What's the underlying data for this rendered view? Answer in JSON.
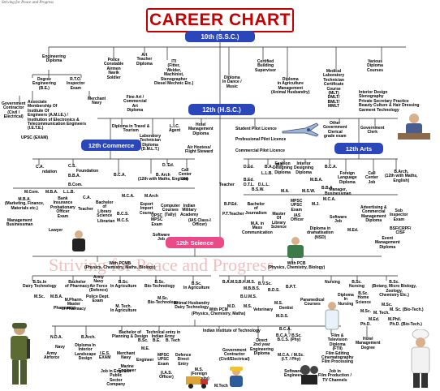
{
  "header": {
    "tagline": "Striving for Peace and Progress",
    "title": "CAREER CHART"
  },
  "hubs": {
    "ssc": "10th (S.S.C.)",
    "hsc": "12th (H.S.C.)",
    "commerce": "12th Commerce",
    "arts": "12th Arts",
    "science": "12th Science",
    "pcmb": "With PCMB\n(Physics, Chemistry, Maths, Biology)",
    "pcb": "With PCB\n(Physics, Chemistry, Biology)",
    "pcm": "With PCM\n(Physics, Chemistry, Maths)"
  },
  "ssc_branch": {
    "engineering_diploma": "Engineering\nDiploma",
    "degree_engineering": "Degree\nEngineering\n(B.E.)",
    "rto_inspector": "R.T.O.\nInspector\nExam",
    "govt_contractor": "Government\nContractor\n(Civil /\nElectrical)",
    "associate_membership": "Associate\nMembership Of\nInstitute Of\nEngineers (A.M.I.E.) /\nInstitution of Electronics &\nTelecommunication Engineers\n(I.E.T.E.)",
    "merchant_navy": "Merchant\nNavy",
    "police": "Police\nConstable\nAirmen\nNavik\nSoldier",
    "art_teacher": "Art\nTeacher\nDiploma",
    "iti": "ITI\n(Fitter,\nWelder,\nMachinist,\nStenographer\nDiesel Mechnic Etc.)",
    "fine_art": "Fine Art /\nCommercial\nArt\nDiploma",
    "certified_building": "Certified\nBuilding\nSupervisor",
    "diploma_dance": "Diploma\nIn Dance /\nMusic",
    "diploma_agri": "Diploma\nin Agriculture\nManagement\n(Animal Husbandry)",
    "medical_lab": "Medical\nLaboratory\nTechnician\nCertificate\nCourse\n(MLT)\nDMLT/\nBMLT/\nMMLT",
    "various_diploma": "Various\nDiploma\nCourses",
    "interior_design": "Interior Design\nStenography\nPrivate Secretary Practice\nBeauty Culture & Hair Dressing\nGarment Technology"
  },
  "hsc_branch": {
    "upsc_exam": "UPSC (EXAM)",
    "diploma_travel": "Diploma in Travel &\nTourism",
    "lab_technician": "Laboratory\nTechnician\nDiploma\n(D.M.L.T.)",
    "lic_agent": "L.I.C.\nAgent",
    "hotel_mgmt_diploma": "Hotel\nManagement\nDiploma",
    "air_hostess": "Air Hostess/\nFlight Steward",
    "student_pilot": "Student Pilot Licence",
    "professional_pilot": "Professional Pilot Licence",
    "commercial_pilot": "Commercial Pilot Licence",
    "other_govt_exams": "Other\nGovernment\nClerical\ngrade exam",
    "govt_clerk": "Government\nClerk"
  },
  "commerce_branch": {
    "ca": "C.A.",
    "cs": "C.S.",
    "foundation": "Foundation",
    "intermediate": "ndation",
    "bba": "B.B.A.",
    "bcom": "B.Com.",
    "bca": "B.C.A.",
    "barch": "B. Arch\n(12th with Maths, English)",
    "dEd": "D. Ed.",
    "call_center": "Call\nCenter\nJob",
    "mcom": "M.Com.",
    "mba": "M.B.A.",
    "mca": "M.C.A.",
    "march": "M.Arch",
    "llb": "L.L.B.",
    "bank": "Bank\nInsurance\nProbationary\nOfficer\nExam",
    "mba_fields": "M.B.A.\n(Marketing, Finance,\nMaterials etc.)",
    "management_business": "Management\nBusinessman",
    "lawyer": "Lawyer",
    "ca_job": "C.A.",
    "bcs": "B.C.S.",
    "mcs": "M.C.S.",
    "teacher": "Teacher",
    "librarian": "Librarian",
    "blib": "Bachelor\nof\nLibrary\nScience",
    "export_import": "Export\nImport\nCourse",
    "computer_courses": "Computer\nCourses\n(Tally)",
    "indian_military": "Indian\nMilitary\nAcademy",
    "ias": "(IAS Class-I\nOfficer)",
    "software_job": "Software\nJob",
    "upsc_mpsc": "UPSC\nMPSC\nExam"
  },
  "arts_branch": {
    "dEd": "D.Ed.",
    "ba": "B.A.",
    "llb": "L.L.B.",
    "bj": "B.J.",
    "fashion": "Fashion\nDesigning\nDiploma",
    "interior": "Interior\nDesigning\nDiploma",
    "bed": "B.Ed.",
    "dtl": "D.T.L.",
    "dll": "D.L.L.",
    "bsw": "B.S.W.",
    "ma": "M.A.",
    "msw": "M.S.W.",
    "mpsc": "MPSC\nUPSC\nExam",
    "mj": "M.J.",
    "mba": "M.B.A.",
    "mca": "M.C.A.",
    "foreign_language": "Foreign\nLanguage\nDiploma",
    "bca_arts": "B.C.A.",
    "bba_arts": "B.B.A.",
    "call_center": "Call\nCenter\nJob",
    "barch": "B.Arch.\n(12th with Maths,\nEnglish)",
    "bachelor_journalism": "Bachelor\nof\nJournalism",
    "manager": "Manager,\nBusinessman",
    "pt_teacher": "P.T.Teacher",
    "ma_mass": "M.A. in\nMass\nCommunication",
    "diploma_dramatisation": "Diploma in\ndramatisation\n(NSD)",
    "software_job": "Software\nJob",
    "med": "M.Ed.",
    "advertising": "Advertising &\nCommercial\nManagement\nDiploma",
    "sub_inspector": "Sub\nInspector\nExam",
    "bsf": "BSF/CRPF/\nCISF",
    "event_mgmt": "Event\nManagement\nDiploma",
    "mlib": "Master\nOf\nLibrary\nScience",
    "bpe": "B.P.Ed.",
    "ias_officer": "IAS\nOfficer",
    "bcs_job": "Teacher"
  },
  "pcmb_branch": {
    "bsc_dairy": "B.Sc.In\nDairy Technology",
    "bachelor_pharmacy": "Bachelor\nof Pharmacy",
    "army_navy": "Army\nNavy\nAir Force\n(Defence)",
    "bsc_agri": "B.Sc.\nIn Agriculture",
    "police_dept": "Police Dept.\nExam",
    "bsc_biotech": "B.Sc.\nBio-Technology",
    "msc": "M.Sc.",
    "mba": "M.B.A.",
    "master_pharmacy": "M.Pharm.\nMaster\nin Pharmacy",
    "mtech_agri": "M. Tech.\nIn Agriculture",
    "msc_biotech": "M.Sc.\nBio-Technology",
    "animal_husbandry": "Animal Husbandry\nDairy Technology",
    "pharmacist": "Pharmacist",
    "bsc_in_agri": "B.Sc.\nIn Agriculture",
    "nda": "N.D.A.",
    "bsc_in_agri_2": "B.Sc.\nIn Agriculture",
    "bachelor_planning": "Bachelor of\nPlanning & Design",
    "barch": "B.Arch.",
    "technical_entry": "Technical entry in\nIndian Army",
    "bsc": "B.Sc.",
    "be": "B.E.",
    "btech": "B. Tech",
    "diploma_interior": "Diploma In\nInterior\nLandscape\nDesign",
    "army_airforce": "Army\nAirforce",
    "navy": "Navy",
    "ies_exam": "I.E.S.\nEXAM",
    "merchant_navy": "Merchant\nNavy",
    "marine_engineer": "Marine\nEngineer",
    "job_in_engineer": "Job in Engineer\nPublic\nSector\nCompany",
    "me": "M.E.",
    "engineer": "Engineer",
    "mpsc_upsc": "MPSC\nUPSC\nExam",
    "defence_direct": "Defence\nDirect\nEntry",
    "ias_officer": "(I.A.S.\nOfficer)",
    "ms_foreign": "M.S.\n(Foreign\nUniversity)",
    "mtech": "M.Tech",
    "govt_contractor": "Government\nContractor\n(Civil/Electrical)",
    "direct_2nd_year": "Direct\n2nd year\nEngineering\nDiploma",
    "bca_bsc": "B.C.A. / B.Sc.\nB.C.S. (Phy)",
    "mca_msc": "M.C.A. / M.Sc.\n(I.T. / Phy)",
    "software_engineer": "Software\nEngineer",
    "indian_institute": "Indian Institute of Technology",
    "bca": "B.C.A."
  },
  "pcb_branch": {
    "bams": "B.A.M.S.",
    "bhms": "B.H.M.S.",
    "bvsc": "B.V.Sc.",
    "mbbs": "M.B.B.S.",
    "bds": "B.D.S.",
    "bums": "B.U.M.S.",
    "md": "M.D.",
    "ms": "M.S.",
    "ms_surgeon": "M.S.",
    "nursing": "Nursing",
    "diploma_nursing": "Diploma\nIn\nNursing",
    "bsc_nursing": "B.Sc.\nNursing",
    "bpt": "B.P.T.",
    "bsc_micro": "B.Sc.\n(Botany, Micro Biology,\nZoology,\nChemistry Etc.)",
    "bsc_home_science": "B.Sc.\nHome\nScience",
    "msc_home": "M.Sc.",
    "msc": "M.Sc.",
    "mtech": "M. Tech.",
    "med": "M.Ed.",
    "phd": "Ph.D.",
    "mphil": "M.Phil.",
    "msc_biotech": "M. Sc. (Bio-Tech.)",
    "phd_biotech": "Ph.D. (Bio-Tech.)",
    "paramedical": "Paramedical\nCourses",
    "dentist": "Dentist",
    "mds": "M.D.S.",
    "veterinary": "Veterinary",
    "film_television": "Film &\nTelevision\nDiploma\n(FTII)\nFilm Editing\nCinematography\nFilm Processing",
    "hotel_mgmt_degree": "Hotel\nManagement\nDegree",
    "job_in_film": "Job in\nFilm Production /\nTV Channels"
  },
  "colors": {
    "brand_red": "#c40000",
    "hub_blue": "#2a46b9",
    "hub_pink": "#e84b88",
    "line": "#222222"
  }
}
